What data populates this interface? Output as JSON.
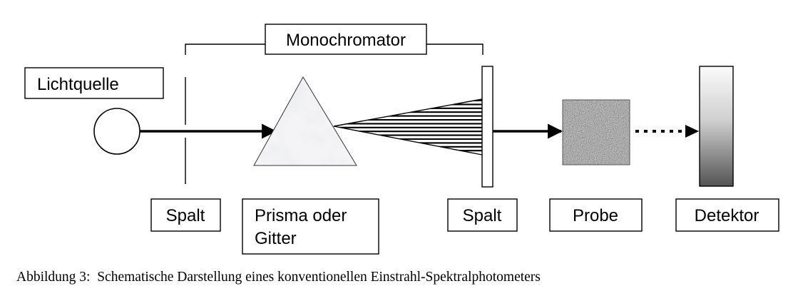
{
  "labels": {
    "monochromator": "Monochromator",
    "light_source": "Lichtquelle",
    "slit_in": "Spalt",
    "prism_line1": "Prisma oder",
    "prism_line2": "Gitter",
    "slit_out": "Spalt",
    "sample": "Probe",
    "detector": "Detektor"
  },
  "caption": "Abbildung 3:  Schematische Darstellung eines konventionellen Einstrahl-Spektralphotometers"
}
